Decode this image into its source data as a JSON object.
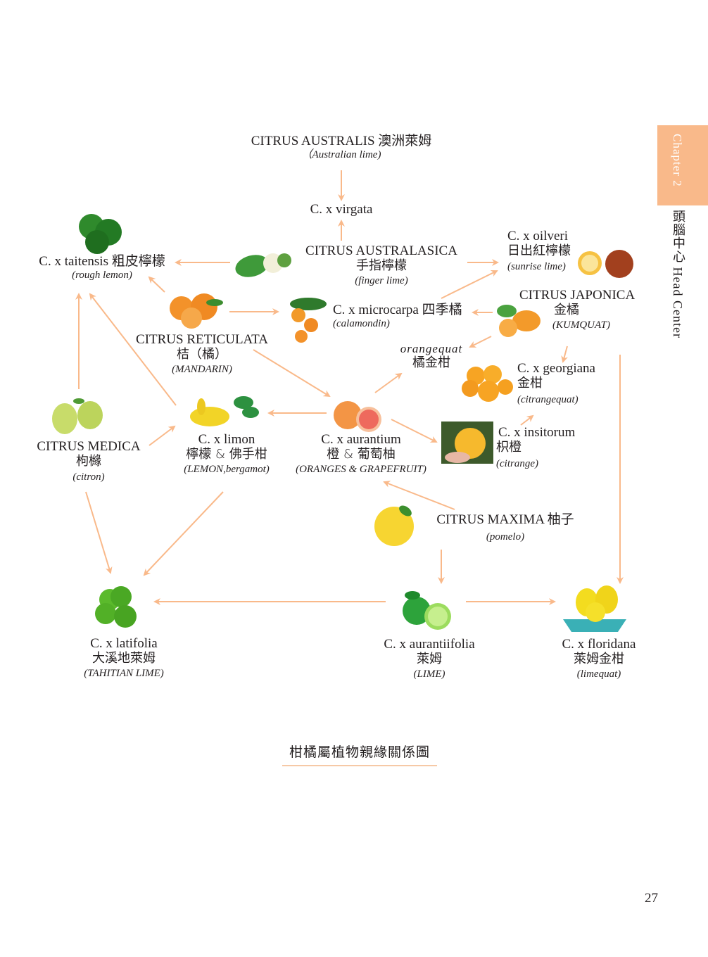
{
  "sidebar": {
    "chapter_label": "Chapter 2",
    "section_zh": "頭腦中心",
    "section_en": "Head Center",
    "tab_color": "#f9b98a"
  },
  "diagram": {
    "arrow_color": "#f9b98a",
    "nodes": {
      "australis": {
        "en": "CITRUS AUSTRALIS 澳洲萊姆",
        "common": "（Australian lime)"
      },
      "virgata": {
        "en": "C. x virgata"
      },
      "australasica": {
        "en": "CITRUS AUSTRALASICA",
        "zh": "手指檸檬",
        "common": "(finger lime)"
      },
      "oilveri": {
        "en": "C. x oilveri",
        "zh": "日出紅檸檬",
        "common": "(sunrise lime)"
      },
      "taitensis": {
        "en": "C. x taitensis 粗皮檸檬",
        "common": "(rough lemon)"
      },
      "microcarpa": {
        "en": "C. x microcarpa 四季橘",
        "common": "(calamondin)"
      },
      "japonica": {
        "en": "CITRUS JAPONICA",
        "zh": "金橘",
        "common": "(KUMQUAT)"
      },
      "reticulata": {
        "en": "CITRUS RETICULATA",
        "zh": "桔（橘）",
        "common": "(MANDARIN)"
      },
      "orangequat": {
        "en": "orangequat",
        "zh": "橘金柑"
      },
      "georgiana": {
        "en": "C. x georgiana",
        "zh": "金柑",
        "common": "(citrangequat)"
      },
      "medica": {
        "en": "CITRUS MEDICA",
        "zh": "枸櫞",
        "common": "(citron)"
      },
      "limon": {
        "en": "C. x limon",
        "zh": "檸檬 & 佛手柑",
        "common": "(LEMON,bergamot)"
      },
      "aurantium": {
        "en": "C. x aurantium",
        "zh": "橙 & 葡萄柚",
        "common": "(ORANGES & GRAPEFRUIT)"
      },
      "insitorum": {
        "en": "C. x insitorum",
        "zh": "枳橙",
        "common": "(citrange)"
      },
      "maxima": {
        "en": "CITRUS MAXIMA 柚子",
        "common": "(pomelo)"
      },
      "latifolia": {
        "en": "C. x latifolia",
        "zh": "大溪地萊姆",
        "common": "(TAHITIAN LIME)"
      },
      "aurantiifolia": {
        "en": "C. x aurantiifolia",
        "zh": "萊姆",
        "common": "(LIME)"
      },
      "floridana": {
        "en": "C. x floridana",
        "zh": "萊姆金柑",
        "common": "(limequat)"
      }
    },
    "edges": [
      {
        "from": "australis",
        "to": "virgata"
      },
      {
        "from": "australasica",
        "to": "virgata"
      },
      {
        "from": "australasica",
        "to": "taitensis"
      },
      {
        "from": "australasica",
        "to": "oilveri"
      },
      {
        "from": "microcarpa",
        "to": "oilveri"
      },
      {
        "from": "reticulata",
        "to": "taitensis"
      },
      {
        "from": "reticulata",
        "to": "microcarpa"
      },
      {
        "from": "japonica",
        "to": "microcarpa"
      },
      {
        "from": "japonica",
        "to": "orangequat"
      },
      {
        "from": "japonica",
        "to": "georgiana"
      },
      {
        "from": "japonica",
        "to": "floridana"
      },
      {
        "from": "reticulata",
        "to": "aurantium"
      },
      {
        "from": "aurantium",
        "to": "orangequat"
      },
      {
        "from": "aurantium",
        "to": "limon"
      },
      {
        "from": "aurantium",
        "to": "insitorum"
      },
      {
        "from": "insitorum",
        "to": "georgiana"
      },
      {
        "from": "medica",
        "to": "taitensis"
      },
      {
        "from": "limon",
        "to": "taitensis"
      },
      {
        "from": "medica",
        "to": "limon"
      },
      {
        "from": "maxima",
        "to": "aurantium"
      },
      {
        "from": "maxima",
        "to": "aurantiifolia"
      },
      {
        "from": "medica",
        "to": "latifolia"
      },
      {
        "from": "limon",
        "to": "latifolia"
      },
      {
        "from": "aurantiifolia",
        "to": "latifolia"
      },
      {
        "from": "aurantiifolia",
        "to": "floridana"
      }
    ]
  },
  "caption": "柑橘屬植物親緣關係圖",
  "page_number": "27"
}
